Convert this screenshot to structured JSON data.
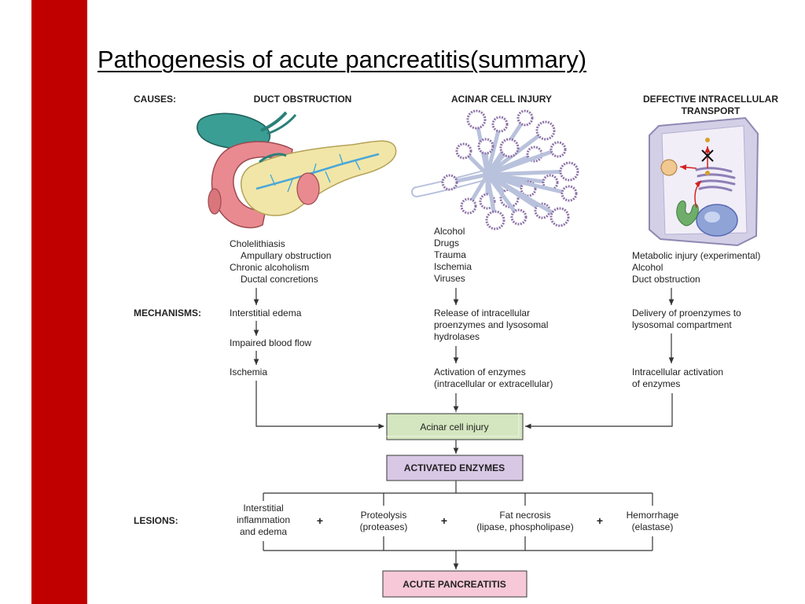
{
  "title": "Pathogenesis of acute pancreatitis(summary)",
  "row_labels": {
    "causes": "CAUSES:",
    "mechanisms": "MECHANISMS:",
    "lesions": "LESIONS:"
  },
  "columns": {
    "duct": {
      "header": "DUCT OBSTRUCTION",
      "causes": [
        "Cholelithiasis",
        "Ampullary obstruction",
        "Chronic alcoholism",
        "Ductal concretions"
      ],
      "mechanisms": [
        "Interstitial edema",
        "Impaired blood flow",
        "Ischemia"
      ]
    },
    "acinar": {
      "header": "ACINAR CELL INJURY",
      "causes": [
        "Alcohol",
        "Drugs",
        "Trauma",
        "Ischemia",
        "Viruses"
      ],
      "mechanism1": [
        "Release of intracellular",
        "proenzymes and lysosomal",
        "hydrolases"
      ],
      "mechanism2": [
        "Activation of enzymes",
        "(intracellular or extracellular)"
      ]
    },
    "transport": {
      "header": [
        "DEFECTIVE INTRACELLULAR",
        "TRANSPORT"
      ],
      "causes": [
        "Metabolic injury (experimental)",
        "Alcohol",
        "Duct obstruction"
      ],
      "mechanism1": [
        "Delivery of proenzymes to",
        "lysosomal compartment"
      ],
      "mechanism2": [
        "Intracellular activation",
        "of enzymes"
      ]
    }
  },
  "boxes": {
    "acinar_injury": "Acinar cell injury",
    "activated_enzymes": "ACTIVATED ENZYMES",
    "acute_pancreatitis": "ACUTE PANCREATITIS"
  },
  "lesions": [
    [
      "Interstitial",
      "inflammation",
      "and edema"
    ],
    [
      "Proteolysis",
      "(proteases)"
    ],
    [
      "Fat necrosis",
      "(lipase, phospholipase)"
    ],
    [
      "Hemorrhage",
      "(elastase)"
    ]
  ],
  "plus_sign": "+",
  "colors": {
    "accent_bar": "#c00000",
    "acinar_box": "#d4e6bf",
    "enzymes_box": "#d9c7e6",
    "pancreatitis_box": "#f7c8d8"
  }
}
